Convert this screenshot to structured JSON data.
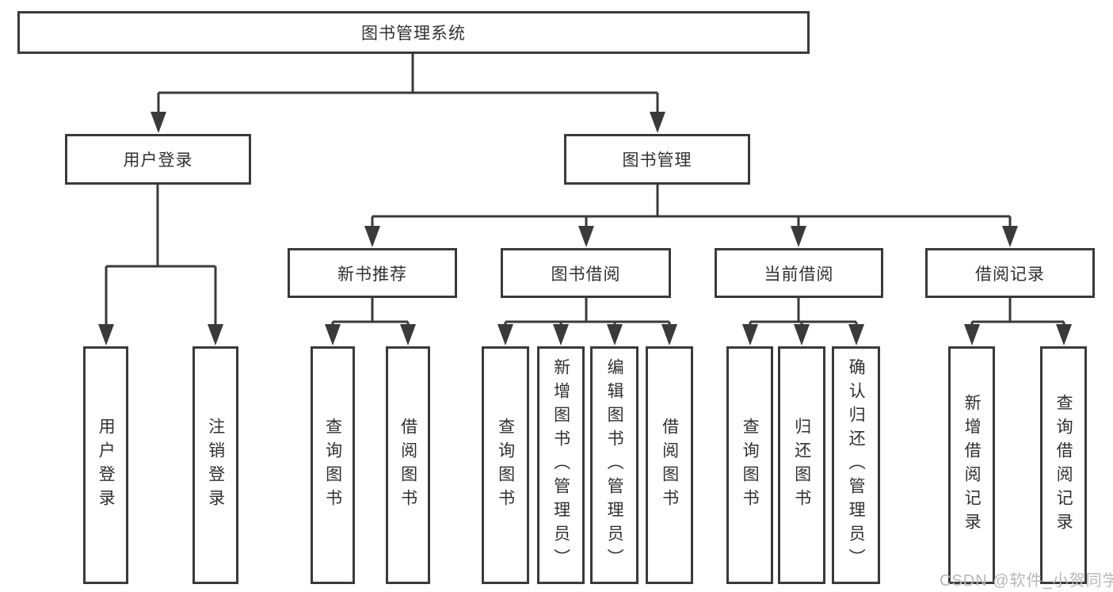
{
  "nodes": {
    "root": {
      "label": "图书管理系统"
    },
    "branches": [
      {
        "label": "用户登录",
        "parent": "图书管理系统"
      },
      {
        "label": "图书管理",
        "parent": "图书管理系统"
      }
    ],
    "modules": [
      {
        "label": "新书推荐",
        "parent": "图书管理"
      },
      {
        "label": "图书借阅",
        "parent": "图书管理"
      },
      {
        "label": "当前借阅",
        "parent": "图书管理"
      },
      {
        "label": "借阅记录",
        "parent": "图书管理"
      }
    ],
    "leaves": [
      {
        "label": "用户登录",
        "parent": "用户登录"
      },
      {
        "label": "注销登录",
        "parent": "用户登录"
      },
      {
        "label": "查询图书",
        "parent": "新书推荐"
      },
      {
        "label": "借阅图书",
        "parent": "新书推荐"
      },
      {
        "label": "查询图书",
        "parent": "图书借阅"
      },
      {
        "label": "新增图书（管理员）",
        "parent": "图书借阅"
      },
      {
        "label": "编辑图书（管理员）",
        "parent": "图书借阅"
      },
      {
        "label": "借阅图书",
        "parent": "图书借阅"
      },
      {
        "label": "查询图书",
        "parent": "当前借阅"
      },
      {
        "label": "归还图书",
        "parent": "当前借阅"
      },
      {
        "label": "确认归还（管理员）",
        "parent": "当前借阅"
      },
      {
        "label": "新增借阅记录",
        "parent": "借阅记录"
      },
      {
        "label": "查询借阅记录",
        "parent": "借阅记录"
      }
    ]
  },
  "watermark": {
    "text": "CSDN @软件_小贺同学"
  },
  "colors": {
    "line": "#3a3a3a",
    "text": "#303030",
    "watermark": "#b9b6b6",
    "background": "#ffffff"
  }
}
